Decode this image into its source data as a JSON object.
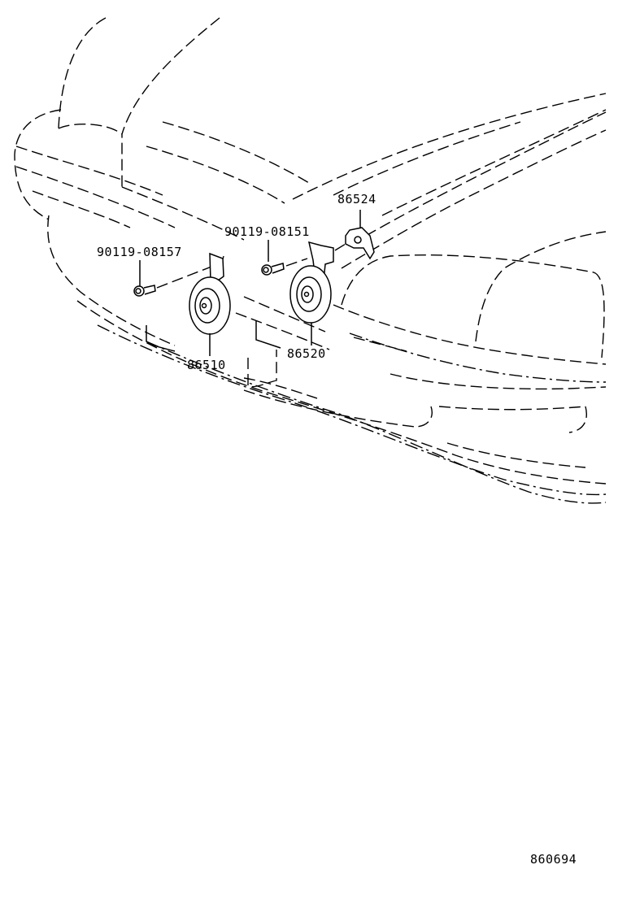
{
  "parts": [
    {
      "id": "bracket",
      "number": "86524"
    },
    {
      "id": "bolt-right",
      "number": "90119-08151"
    },
    {
      "id": "bolt-left",
      "number": "90119-08157"
    },
    {
      "id": "horn-low",
      "number": "86510"
    },
    {
      "id": "horn-high",
      "number": "86520"
    }
  ],
  "diagram_code": "860694"
}
